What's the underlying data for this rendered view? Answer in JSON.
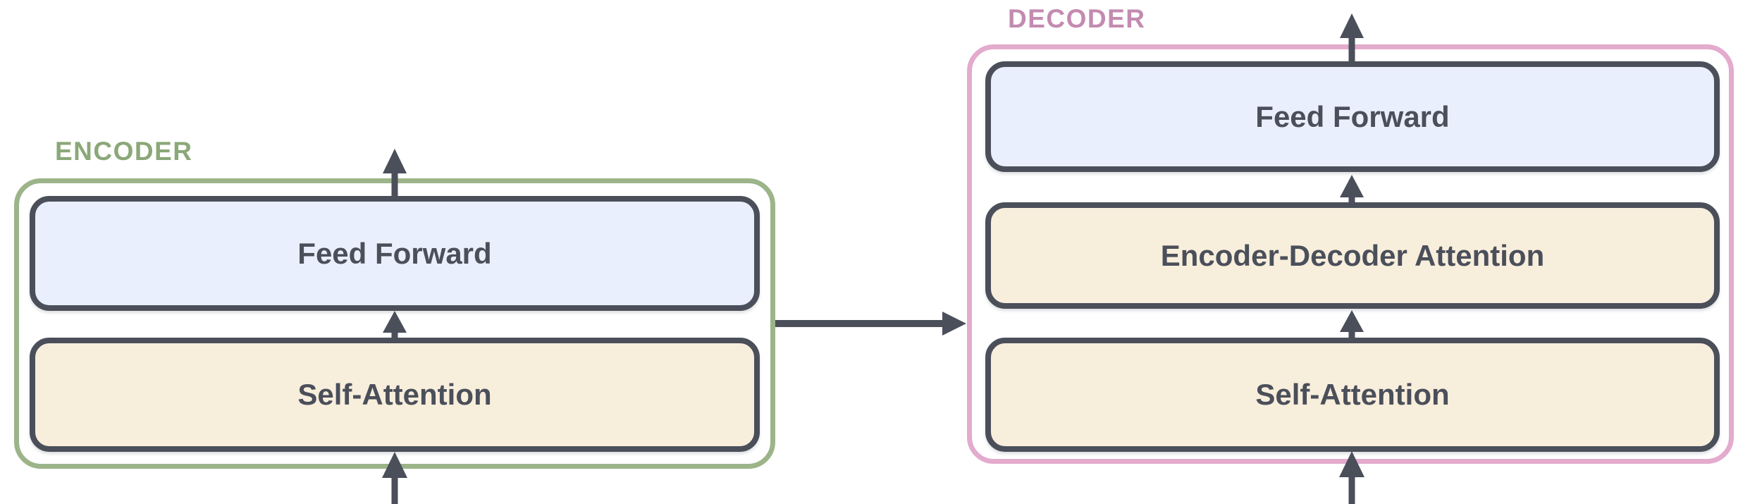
{
  "diagram": {
    "encoder": {
      "label": "ENCODER",
      "blocks": [
        {
          "label": "Feed Forward"
        },
        {
          "label": "Self-Attention"
        }
      ]
    },
    "decoder": {
      "label": "DECODER",
      "blocks": [
        {
          "label": "Feed Forward"
        },
        {
          "label": "Encoder-Decoder Attention"
        },
        {
          "label": "Self-Attention"
        }
      ]
    },
    "colors": {
      "block_border_and_text": "#4a4f5a",
      "feed_forward_fill": "#e9effc",
      "attention_fill": "#f8eedc",
      "encoder_border": "#9cb489",
      "encoder_label_text": "#8aa878",
      "decoder_border": "#e3abcd",
      "decoder_label_text": "#c38bb1",
      "arrow": "#4a4f5a"
    }
  }
}
